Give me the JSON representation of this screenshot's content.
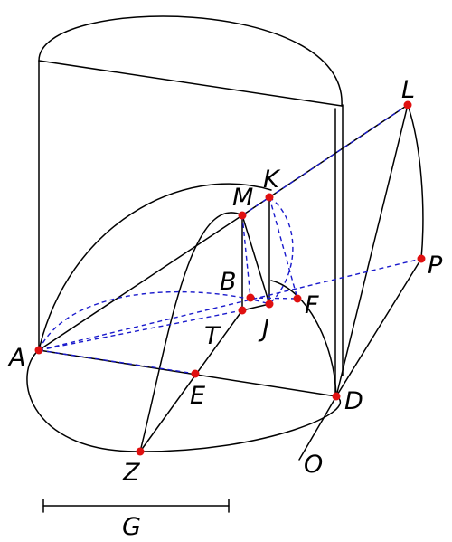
{
  "colors": {
    "line": "#000000",
    "hidden_line": "#1a1acc",
    "point": "#e01010",
    "background": "#ffffff"
  },
  "labels": {
    "A": "A",
    "B": "B",
    "D": "D",
    "E": "E",
    "F": "F",
    "G": "G",
    "J": "J",
    "K": "K",
    "L": "L",
    "M": "M",
    "O": "O",
    "P": "P",
    "T": "T",
    "Z": "Z"
  }
}
